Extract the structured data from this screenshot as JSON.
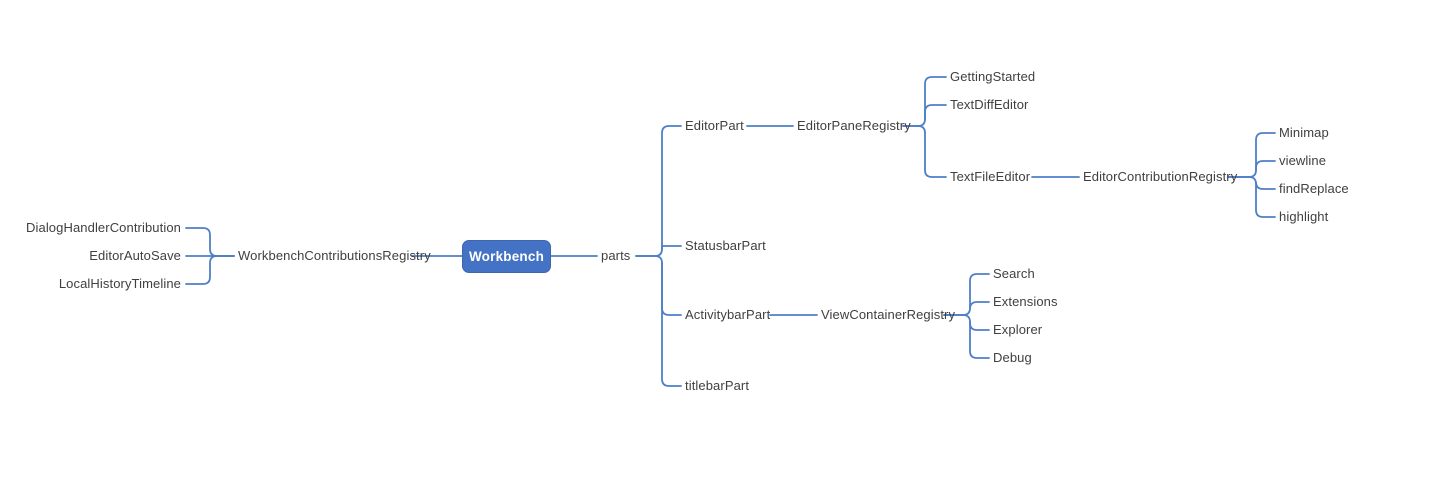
{
  "diagram": {
    "type": "mind-map",
    "title": "Workbench",
    "background_color": "#ffffff",
    "line_color": "#4f7fc8",
    "node_text_color": "#404042",
    "root_fill_color": "#4472c4",
    "root_text_color": "#ffffff"
  },
  "root": {
    "label": "Workbench"
  },
  "left_branch": {
    "registry": {
      "label": "WorkbenchContributionsRegistry"
    },
    "contributions": [
      {
        "label": "DialogHandlerContribution"
      },
      {
        "label": "EditorAutoSave"
      },
      {
        "label": "LocalHistoryTimeline"
      }
    ]
  },
  "right_branch": {
    "group_label": "parts",
    "parts": [
      {
        "label": "EditorPart"
      },
      {
        "label": "StatusbarPart"
      },
      {
        "label": "ActivitybarPart"
      },
      {
        "label": "titlebarPart"
      }
    ]
  },
  "editor_pane_registry": {
    "label": "EditorPaneRegistry",
    "panes": [
      {
        "label": "GettingStarted"
      },
      {
        "label": "TextDiffEditor"
      },
      {
        "label": "TextFileEditor"
      }
    ]
  },
  "editor_contribution_registry": {
    "label": "EditorContributionRegistry",
    "contributions": [
      {
        "label": "Minimap"
      },
      {
        "label": "viewline"
      },
      {
        "label": "findReplace"
      },
      {
        "label": "highlight"
      }
    ]
  },
  "view_container_registry": {
    "label": "ViewContainerRegistry",
    "containers": [
      {
        "label": "Search"
      },
      {
        "label": "Extensions"
      },
      {
        "label": "Explorer"
      },
      {
        "label": "Debug"
      }
    ]
  }
}
